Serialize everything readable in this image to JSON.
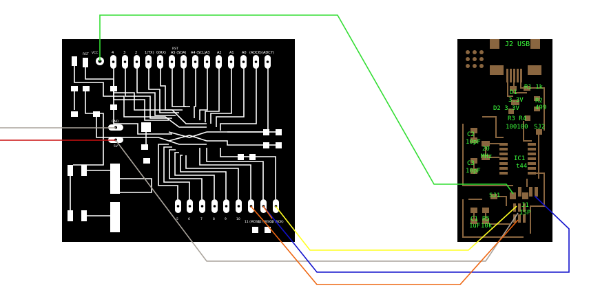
{
  "left_board": {
    "top_pin_labels": [
      "4",
      "3",
      "2",
      "1(TX)",
      "0(RX)",
      "A5 (SDA)",
      "A4 (SCL)",
      "A3",
      "A2",
      "A1",
      "A0",
      "(ADC6)",
      "(ADC7)"
    ],
    "top_small_labels": [
      "RST",
      "RST",
      "VCC"
    ],
    "bottom_pin_labels": [
      "5",
      "6",
      "7",
      "8",
      "9",
      "10",
      "11 (MOSI)",
      "12 (MISO)",
      "13 (SCK)"
    ],
    "power_labels": [
      "GND",
      "5V"
    ]
  },
  "right_board": {
    "title": "J2 USB",
    "components": [
      "R1 1k",
      "D1 3.3V",
      "R2 499",
      "D2 3.3V",
      "R3 R4 100 100",
      "SJ2",
      "C2 10pF",
      "20 MHz",
      "IC1 t44",
      "C3 10pF",
      "SJ1",
      "J1 ISP",
      "C1 1uF",
      "R5 10k"
    ]
  },
  "wires": [
    {
      "name": "green",
      "color": "#33dd33"
    },
    {
      "name": "gray-top",
      "color": "#aaa49c"
    },
    {
      "name": "red",
      "color": "#cc1111"
    },
    {
      "name": "gray",
      "color": "#aaa49c"
    },
    {
      "name": "yellow",
      "color": "#ffff22"
    },
    {
      "name": "blue",
      "color": "#1111cc"
    },
    {
      "name": "orange",
      "color": "#ee6611"
    }
  ]
}
